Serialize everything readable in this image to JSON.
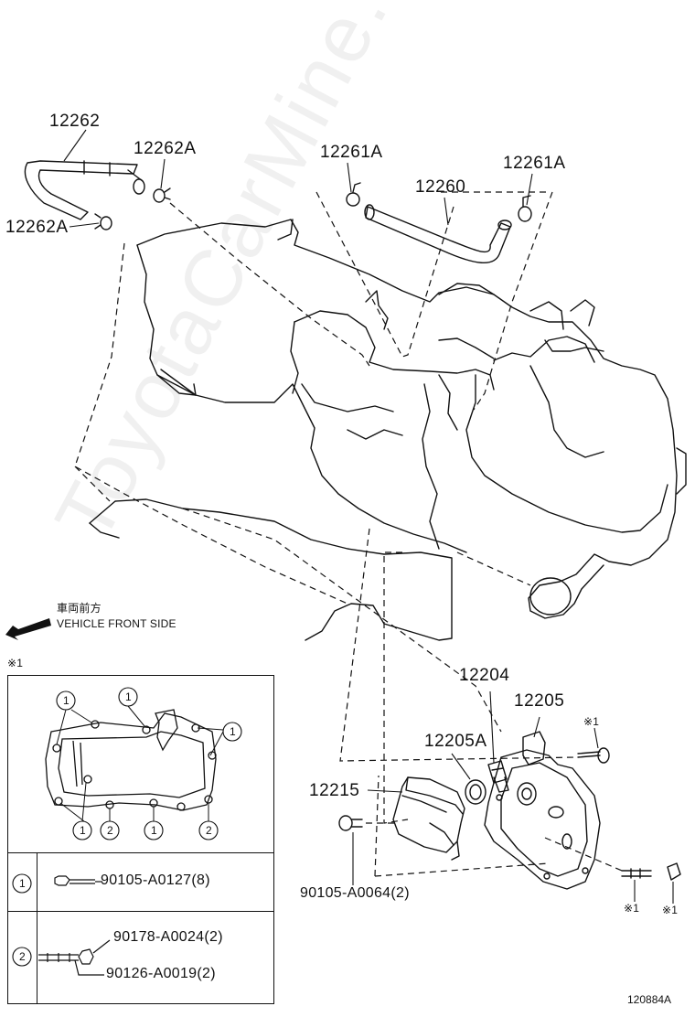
{
  "labels": {
    "p12262": "12262",
    "p12262A_top": "12262A",
    "p12262A_left": "12262A",
    "p12261A_left": "12261A",
    "p12260": "12260",
    "p12261A_right": "12261A",
    "p12204": "12204",
    "p12205": "12205",
    "p12205A": "12205A",
    "p12215": "12215",
    "p90105_A0064": "90105-A0064(2)",
    "ref_mark_bolt": "※1",
    "ref_mark_stud": "※1",
    "ref_mark_nut": "※1"
  },
  "front_side": {
    "japanese": "車両前方",
    "english": "VEHICLE FRONT SIDE"
  },
  "legend": {
    "ref_mark": "※1",
    "circle_1": "1",
    "circle_2": "2",
    "row1_index": "1",
    "row1_part": "90105-A0127(8)",
    "row2_index": "2",
    "row2_part_a": "90178-A0024(2)",
    "row2_part_b": "90126-A0019(2)"
  },
  "figure_code": "120884A",
  "watermark": "ToyotaCarMine.ru"
}
